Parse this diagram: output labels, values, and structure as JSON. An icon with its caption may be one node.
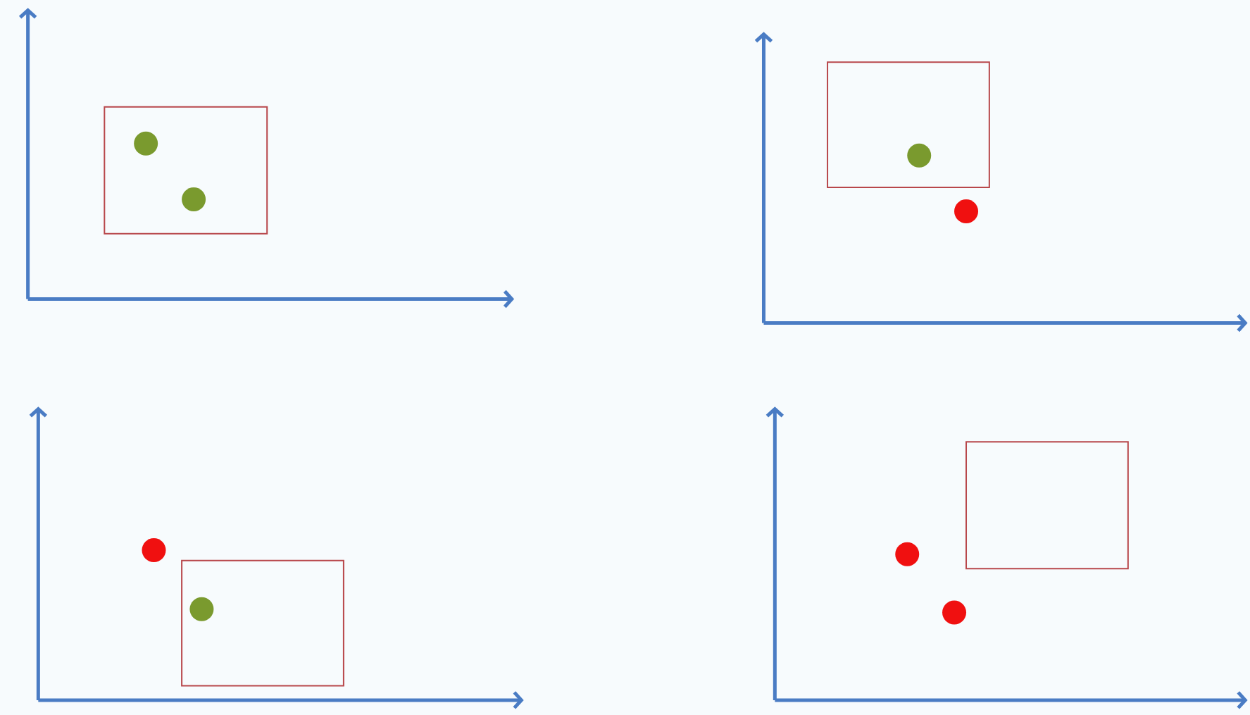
{
  "diagram": {
    "nodes": [
      {
        "text": [],
        "shape": "box"
      },
      {
        "text": [],
        "shape": "circle",
        "in": 0
      },
      {
        "text": [],
        "shape": "circle",
        "in": 0
      },
      {
        "text": [],
        "shape": "box"
      },
      {
        "text": [],
        "shape": "circle",
        "in": 3
      },
      {
        "text": [],
        "shape": "circle"
      },
      {
        "text": [],
        "shape": "circle"
      },
      {
        "text": [],
        "shape": "box"
      },
      {
        "text": [],
        "shape": "circle",
        "in": 7
      },
      {
        "text": [],
        "shape": "box"
      },
      {
        "text": [],
        "shape": "circle"
      },
      {
        "text": [],
        "shape": "circle"
      }
    ]
  }
}
